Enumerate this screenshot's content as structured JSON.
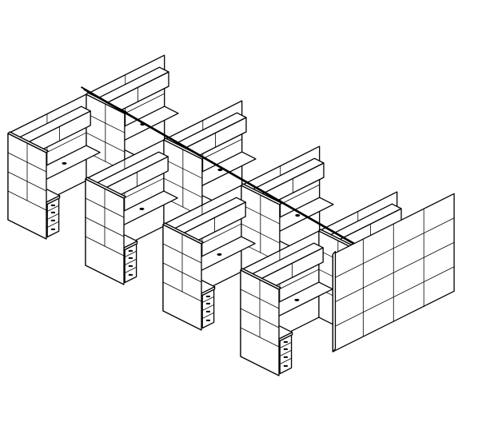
{
  "drawing": {
    "subject": "workstation-cluster",
    "view": "isometric",
    "line_color": "#000000",
    "background": "#ffffff",
    "workstation_count": 8,
    "rows": 4,
    "stations_per_row": 2
  }
}
